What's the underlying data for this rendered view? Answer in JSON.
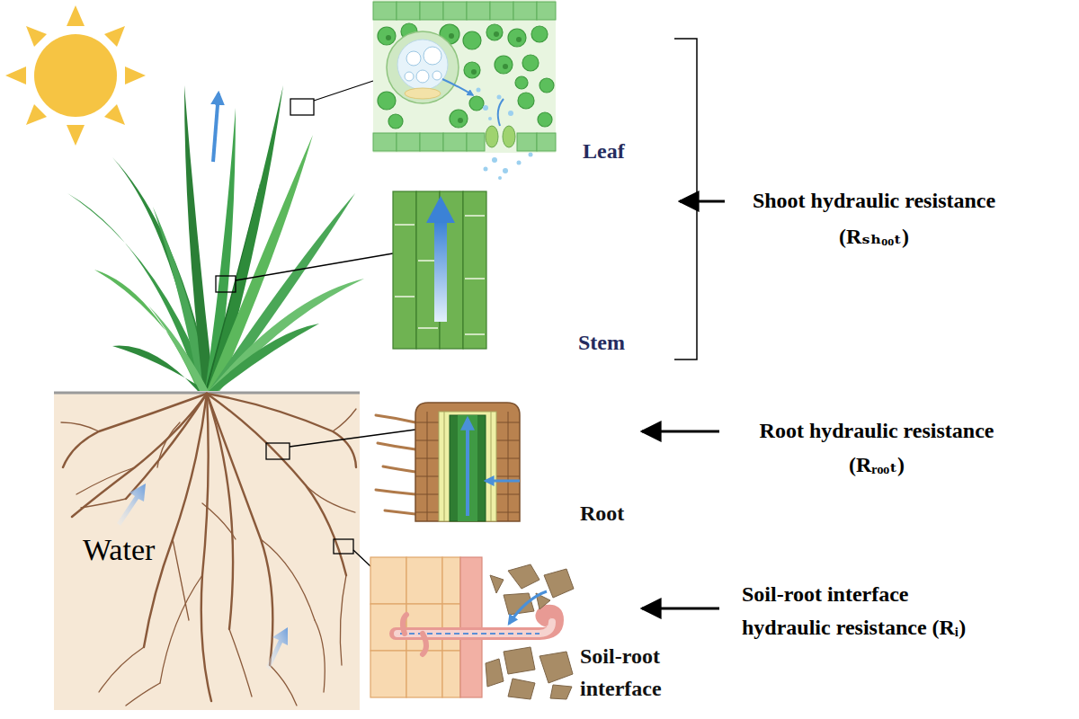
{
  "diagram": {
    "nodes": [
      {
        "text": [
          "Leaf"
        ]
      },
      {
        "text": [
          "Stem"
        ]
      },
      {
        "text": [
          "Root"
        ]
      },
      {
        "text": [
          "Soil-root interface"
        ]
      }
    ],
    "labels": [
      "Water",
      "Shoot hydraulic resistance (Rₛₕₒₒₜ)",
      "Root hydraulic resistance (Rᵣₒₒₜ)",
      "Soil-root interface hydraulic resistance (Rᵢ)"
    ]
  }
}
